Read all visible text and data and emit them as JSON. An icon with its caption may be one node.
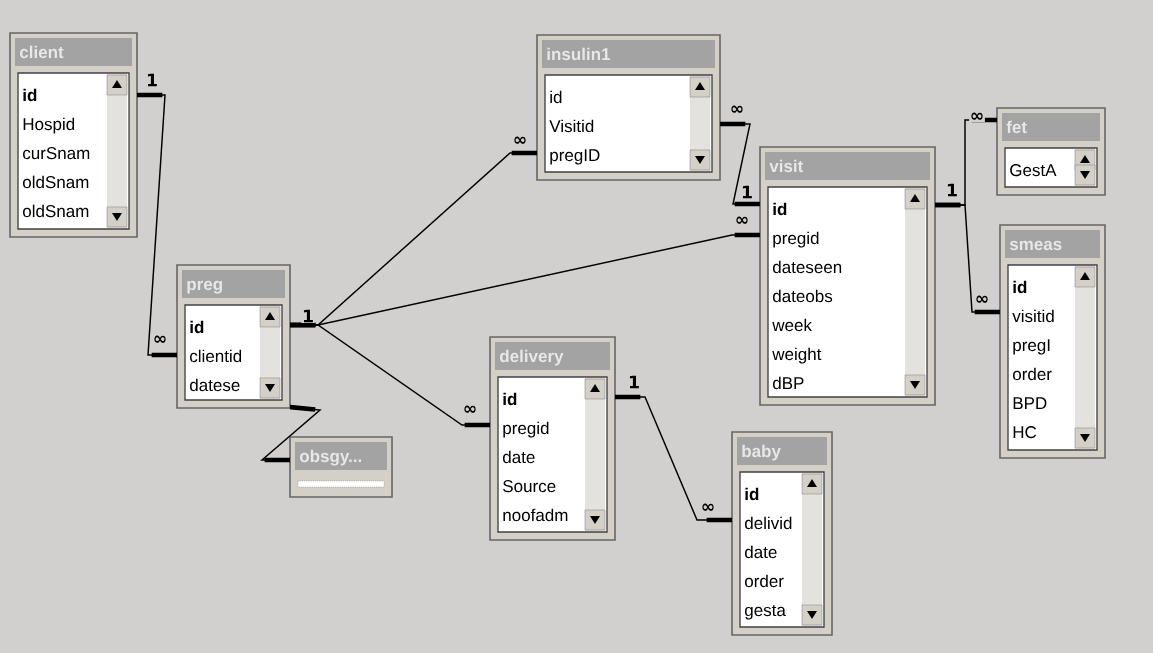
{
  "diagram": {
    "nodes": [
      {
        "text": [
          "client",
          "**id**",
          "Hospid",
          "curSnam",
          "oldSnam",
          "oldSnam"
        ]
      },
      {
        "text": [
          "insulin1",
          "id",
          "Visitid",
          "pregID"
        ]
      },
      {
        "text": [
          "fet",
          "GestA"
        ]
      },
      {
        "text": [
          "visit",
          "**id**",
          "pregid",
          "dateseen",
          "dateobs",
          "week",
          "weight",
          "dBP"
        ]
      },
      {
        "text": [
          "smeas",
          "**id**",
          "visitid",
          "pregI",
          "order",
          "BPD",
          "HC"
        ]
      },
      {
        "text": [
          "preg",
          "**id**",
          "clientid",
          "datese"
        ]
      },
      {
        "text": [
          "delivery",
          "**id**",
          "pregid",
          "date",
          "Source",
          "noofadm"
        ]
      },
      {
        "text": [
          "baby",
          "**id**",
          "delivid",
          "date",
          "order",
          "gesta"
        ]
      },
      {
        "text": [
          "obsgy..."
        ]
      }
    ],
    "edges": [
      {
        "from": 0,
        "to": 5,
        "arrow": "other"
      },
      {
        "from": 5,
        "to": 1,
        "arrow": "other"
      },
      {
        "from": 5,
        "to": 3,
        "arrow": "other"
      },
      {
        "from": 5,
        "to": 6,
        "arrow": "other"
      },
      {
        "from": 5,
        "to": 8,
        "arrow": "other"
      },
      {
        "from": 3,
        "to": 1,
        "arrow": "other"
      },
      {
        "from": 3,
        "to": 2,
        "arrow": "other"
      },
      {
        "from": 3,
        "to": 4,
        "arrow": "other"
      },
      {
        "from": 6,
        "to": 7,
        "arrow": "other"
      }
    ],
    "labels": [
      "1",
      "∞",
      "∞",
      "∞",
      "1",
      "1",
      "∞",
      "∞",
      "1",
      "∞",
      "1",
      "∞",
      "∞"
    ]
  }
}
